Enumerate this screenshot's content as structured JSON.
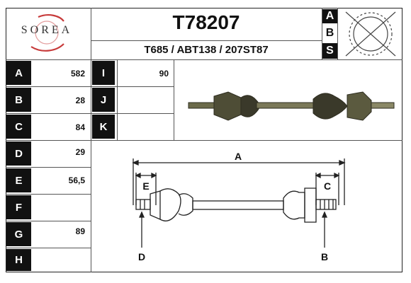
{
  "brand": {
    "logo_text": "SOREA"
  },
  "header": {
    "code": "T78207",
    "refs": "T685 / ABT138 / 207ST87"
  },
  "abs_letters": [
    "A",
    "B",
    "S"
  ],
  "dimensions": [
    {
      "label": "A",
      "value": "582"
    },
    {
      "label": "B",
      "value": "28"
    },
    {
      "label": "C",
      "value": "84"
    },
    {
      "label": "D",
      "value": "29"
    },
    {
      "label": "E",
      "value": "56,5"
    },
    {
      "label": "F",
      "value": ""
    },
    {
      "label": "G",
      "value": "89"
    },
    {
      "label": "H",
      "value": ""
    }
  ],
  "extra_dimensions": [
    {
      "label": "I",
      "value": "90"
    },
    {
      "label": "J",
      "value": ""
    },
    {
      "label": "K",
      "value": ""
    }
  ],
  "diagram_labels": {
    "a": "A",
    "b": "B",
    "c": "C",
    "d": "D",
    "e": "E"
  }
}
